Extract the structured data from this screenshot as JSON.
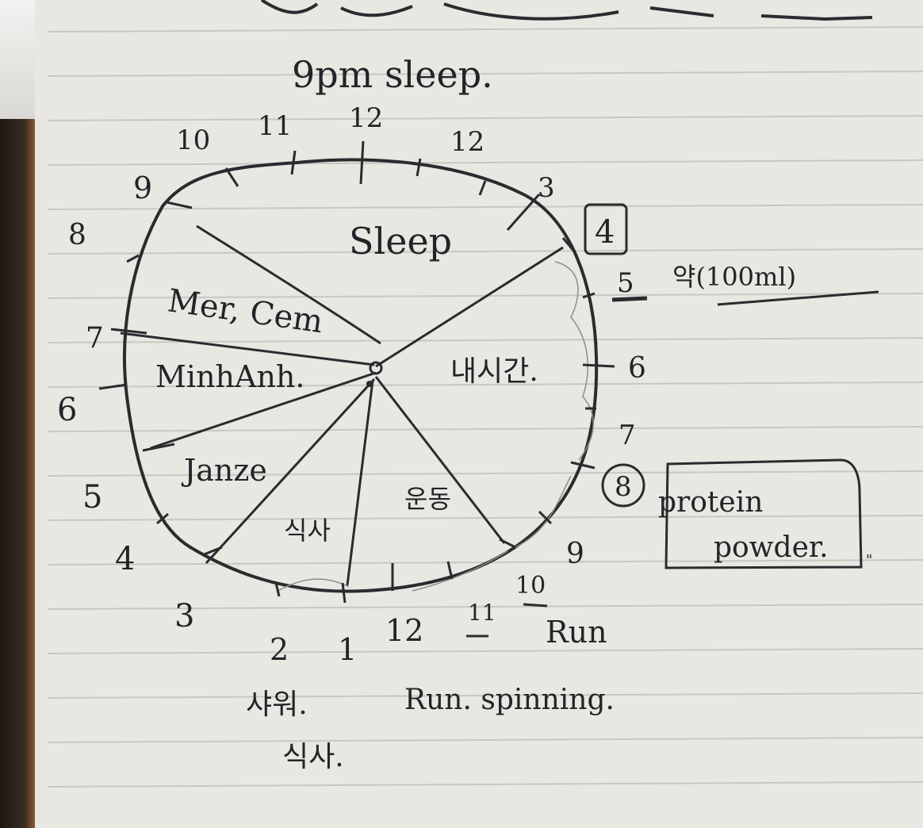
{
  "top_note": "9pm sleep.",
  "clock": {
    "top_numbers": [
      "10",
      "11",
      "12",
      "12",
      "3"
    ],
    "right_numbers": [
      "4",
      "5",
      "6",
      "7",
      "8",
      "9",
      "10"
    ],
    "bottom_numbers": [
      "2",
      "1",
      "12",
      "11",
      "10"
    ],
    "left_numbers": [
      "9",
      "8",
      "7",
      "6",
      "5",
      "4",
      "3"
    ]
  },
  "segments": {
    "sleep": "Sleep",
    "mer_cem": "Mer, Cem",
    "minhanh": "MinhAnh.",
    "janze": "Janze",
    "meal": "식사",
    "exercise": "운동",
    "my_time": "내시간."
  },
  "notes": {
    "right_5": "약(100ml)",
    "box_label": "protein powder.",
    "bottom_right": "Run",
    "bottom_1": "샤워.",
    "bottom_2": "Run. spinning.",
    "bottom_3": "식사."
  },
  "colors": {
    "ink": "#2c2a2e",
    "paper": "#e9e7e2",
    "rule_line": "#c9c7c3"
  }
}
